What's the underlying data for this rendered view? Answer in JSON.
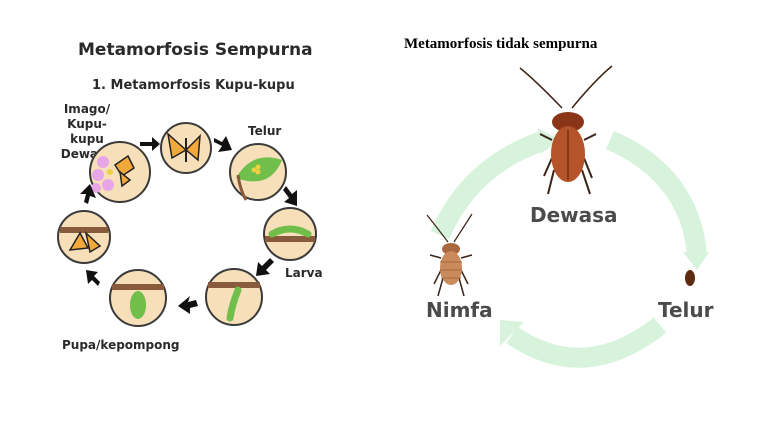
{
  "left": {
    "title": "Metamorfosis Sempurna",
    "subtitle": "1. Metamorfosis Kupu-kupu",
    "labels": {
      "imago_line1": "Imago/",
      "imago_line2": "Kupu-kupu",
      "imago_line3": "Dewasa",
      "egg": "Telur",
      "larva": "Larva",
      "pupa": "Pupa/kepompong"
    }
  },
  "right": {
    "title": "Metamorfosis tidak sempurna",
    "labels": {
      "adult": "Dewasa",
      "egg": "Telur",
      "nymph": "Nimfa"
    }
  },
  "colors": {
    "circle_fill": "#f6dfb9",
    "circle_stroke": "#3a3a3a",
    "branch": "#8a5a3c",
    "leaf": "#6fbf4a",
    "cycle_arrow": "#d8f3dc",
    "cockroach": "#b5532a",
    "nymph": "#c98a5c"
  }
}
